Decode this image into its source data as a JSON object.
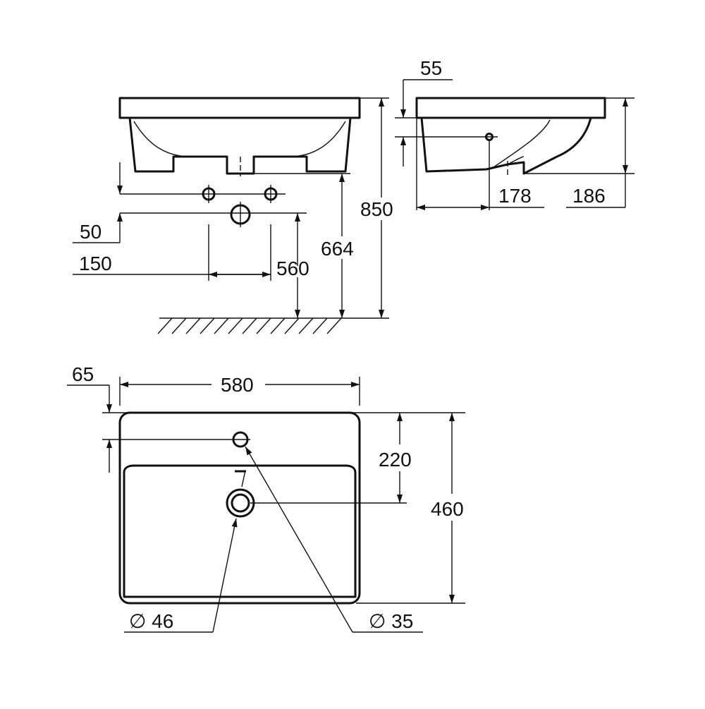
{
  "dimensions": {
    "d55": "55",
    "d178": "178",
    "d186": "186",
    "d850": "850",
    "d664": "664",
    "d560": "560",
    "d50": "50",
    "d150": "150",
    "d65": "65",
    "d580": "580",
    "d220": "220",
    "d460": "460",
    "dia46": "∅ 46",
    "dia35": "∅ 35"
  }
}
